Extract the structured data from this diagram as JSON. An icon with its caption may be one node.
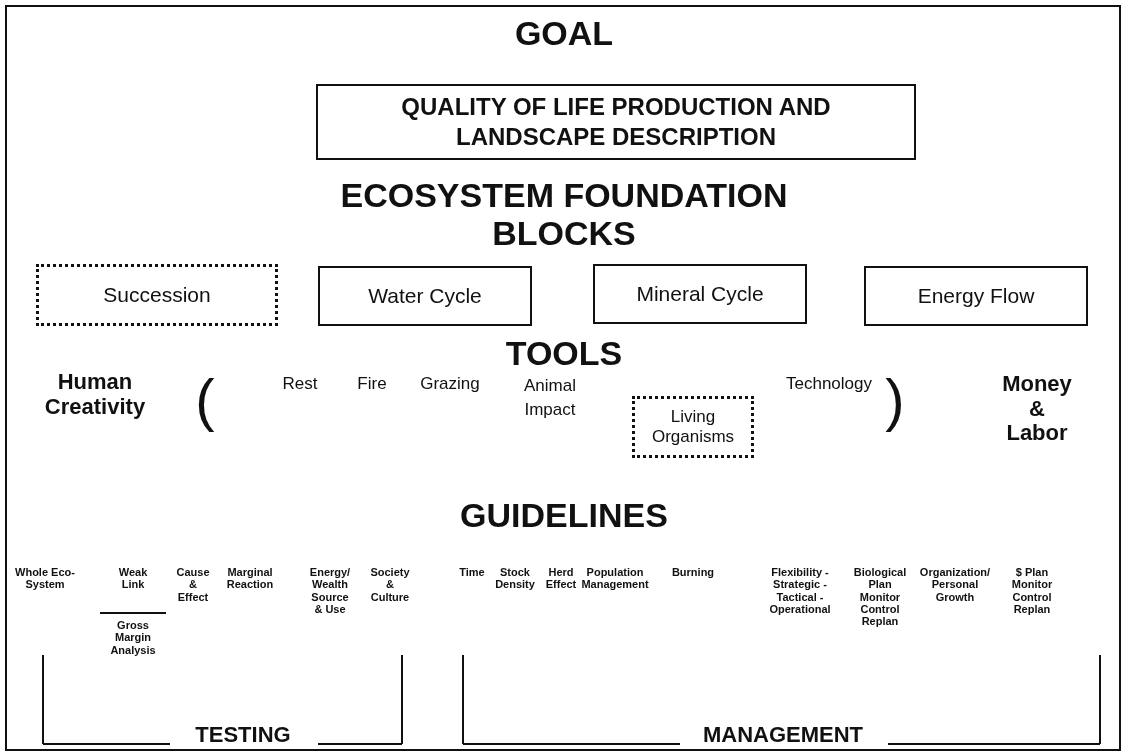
{
  "diagram": {
    "title": "GOAL",
    "nodes": [
      {
        "text": [
          "QUALITY OF LIFE PRODUCTION AND LANDSCAPE DESCRIPTION"
        ]
      },
      {
        "text": [
          "Succession"
        ]
      },
      {
        "text": [
          "Water Cycle"
        ]
      },
      {
        "text": [
          "Mineral Cycle"
        ]
      },
      {
        "text": [
          "Energy Flow"
        ]
      },
      {
        "text": [
          "Living Organisms"
        ]
      }
    ],
    "labels": [
      "ECOSYSTEM FOUNDATION BLOCKS",
      "TOOLS",
      "Human Creativity",
      "(",
      "Rest",
      "Fire",
      "Grazing",
      "Animal Impact",
      "Technology",
      ")",
      "Money & Labor",
      "GUIDELINES",
      "Whole Eco-System",
      "Weak Link",
      "Gross Margin Analysis",
      "Cause & Effect",
      "Marginal Reaction",
      "Energy/ Wealth Source & Use",
      "Society & Culture",
      "Time",
      "Stock Density",
      "Herd Effect",
      "Population Management",
      "Burning",
      "Flexibility -Strategic -Tactical -Operational",
      "Biological Plan Monitor Control Replan",
      "Organization/ Personal Growth",
      "$ Plan Monitor Control Replan",
      "TESTING",
      "MANAGEMENT"
    ]
  }
}
